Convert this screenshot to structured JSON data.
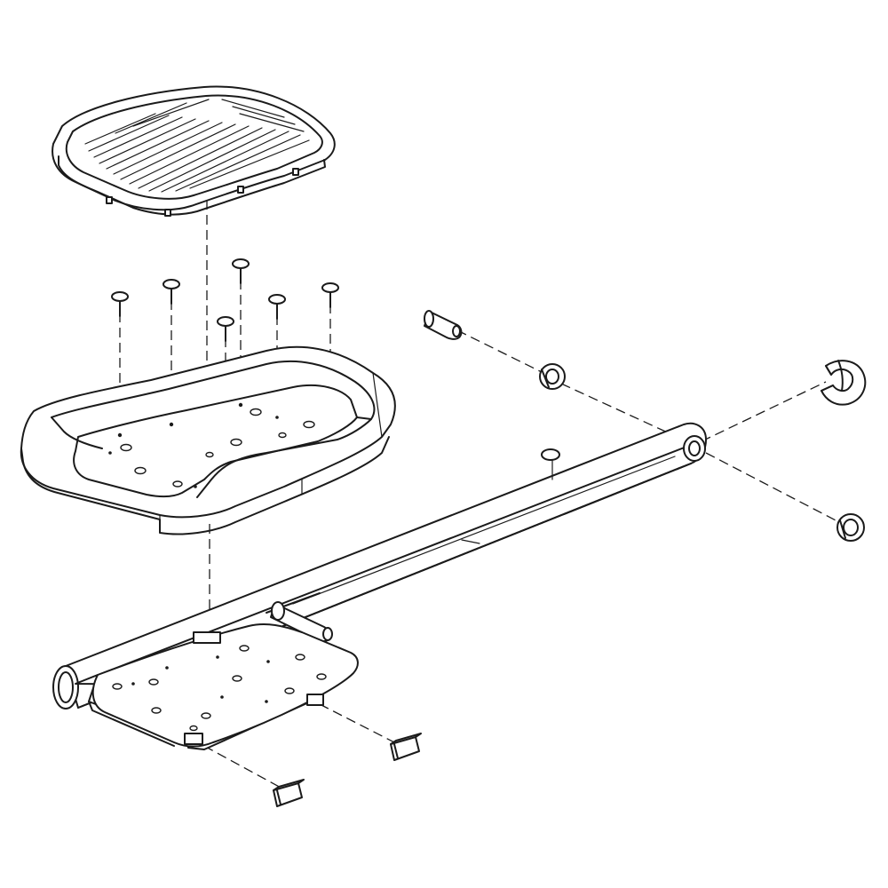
{
  "diagram": {
    "parts": [
      {
        "name": "pedal-cover",
        "icon": "ribbed-tread-pad-icon"
      },
      {
        "name": "pedal-body",
        "icon": "pedal-tray-icon"
      },
      {
        "name": "pedal-screws",
        "icon": "screw-icon",
        "count": 7
      },
      {
        "name": "pedal-bracket-plate",
        "icon": "mounting-plate-icon"
      },
      {
        "name": "pedal-arm-tube",
        "icon": "oval-tube-icon"
      },
      {
        "name": "pin",
        "icon": "pin-icon"
      },
      {
        "name": "bushing",
        "icon": "bushing-icon",
        "count": 2
      },
      {
        "name": "end-cap",
        "icon": "end-cap-icon"
      },
      {
        "name": "plug",
        "icon": "plug-icon"
      },
      {
        "name": "clip",
        "icon": "clip-icon",
        "count": 2
      }
    ],
    "colors": {
      "line": "#1b1b1b",
      "background": "#ffffff"
    }
  }
}
